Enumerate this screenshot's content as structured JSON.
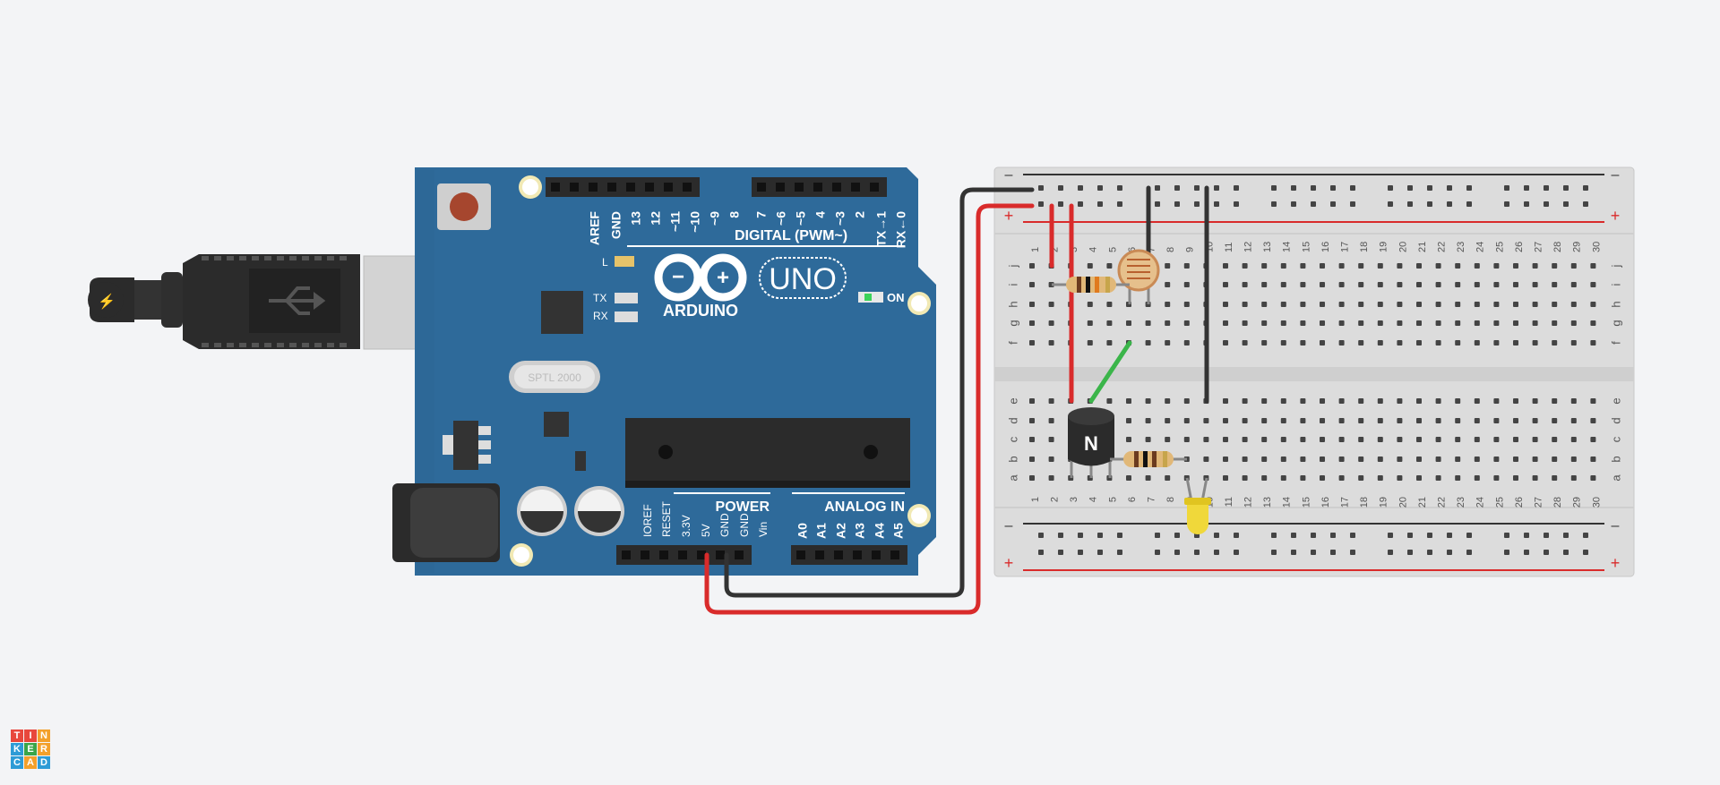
{
  "app": {
    "logo_letters": [
      "T",
      "I",
      "N",
      "K",
      "E",
      "R",
      "C",
      "A",
      "D"
    ],
    "logo_colors": [
      "#e8473c",
      "#e8473c",
      "#f3a02b",
      "#2d9bd6",
      "#3aa64a",
      "#f3a02b",
      "#2d9bd6",
      "#f3a02b",
      "#2d9bd6"
    ]
  },
  "arduino": {
    "brand": "ARDUINO",
    "model": "UNO",
    "digital_label": "DIGITAL (PWM~)",
    "digital_pins": [
      "AREF",
      "GND",
      "13",
      "12",
      "~11",
      "~10",
      "~9",
      "8",
      "7",
      "~6",
      "~5",
      "4",
      "~3",
      "2",
      "TX→1",
      "RX←0"
    ],
    "power_label": "POWER",
    "power_pins": [
      "IOREF",
      "RESET",
      "3.3V",
      "5V",
      "GND",
      "GND",
      "Vin"
    ],
    "analog_label": "ANALOG IN",
    "analog_pins": [
      "A0",
      "A1",
      "A2",
      "A3",
      "A4",
      "A5"
    ],
    "led_l": "L",
    "led_tx": "TX",
    "led_rx": "RX",
    "led_on": "ON",
    "crystal": "SPTL 2000",
    "board_color": "#2e6a9a"
  },
  "breadboard": {
    "columns": [
      "1",
      "2",
      "3",
      "4",
      "5",
      "6",
      "7",
      "8",
      "9",
      "10",
      "11",
      "12",
      "13",
      "14",
      "15",
      "16",
      "17",
      "18",
      "19",
      "20",
      "21",
      "22",
      "23",
      "24",
      "25",
      "26",
      "27",
      "28",
      "29",
      "30"
    ],
    "rows_top": [
      "j",
      "i",
      "h",
      "g",
      "f"
    ],
    "rows_bottom": [
      "e",
      "d",
      "c",
      "b",
      "a"
    ],
    "rail_minus": "–",
    "rail_plus": "+"
  },
  "components": {
    "transistor_mark": "N"
  },
  "wire_colors": {
    "power": "#d92b2b",
    "ground": "#333333",
    "signal": "#3bb54a"
  }
}
